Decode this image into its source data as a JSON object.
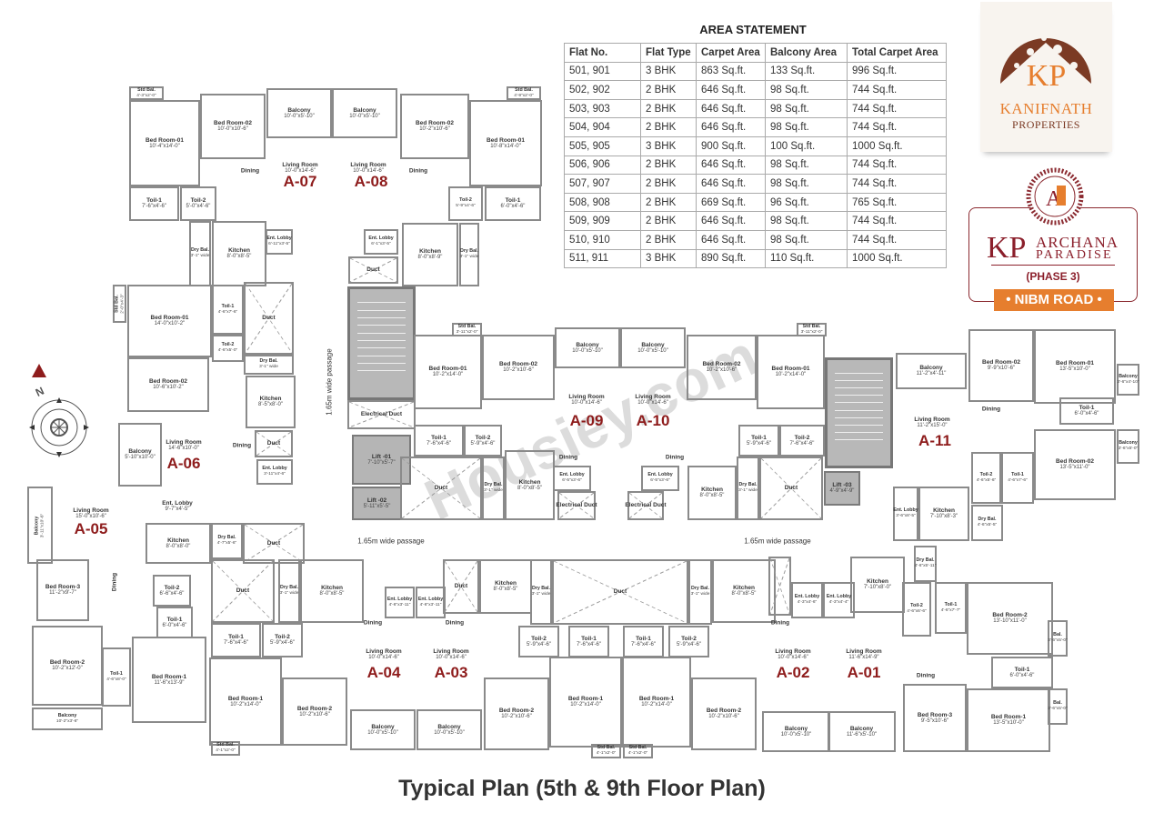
{
  "area_statement": {
    "title": "AREA STATEMENT",
    "columns": [
      "Flat No.",
      "Flat Type",
      "Carpet Area",
      "Balcony Area",
      "Total Carpet Area"
    ],
    "rows": [
      [
        "501, 901",
        "3 BHK",
        "863 Sq.ft.",
        "133 Sq.ft.",
        "996 Sq.ft."
      ],
      [
        "502, 902",
        "2 BHK",
        "646 Sq.ft.",
        "98 Sq.ft.",
        "744 Sq.ft."
      ],
      [
        "503, 903",
        "2 BHK",
        "646 Sq.ft.",
        "98 Sq.ft.",
        "744 Sq.ft."
      ],
      [
        "504, 904",
        "2 BHK",
        "646 Sq.ft.",
        "98 Sq.ft.",
        "744 Sq.ft."
      ],
      [
        "505, 905",
        "3 BHK",
        "900 Sq.ft.",
        "100 Sq.ft.",
        "1000 Sq.ft."
      ],
      [
        "506, 906",
        "2 BHK",
        "646 Sq.ft.",
        "98 Sq.ft.",
        "744 Sq.ft."
      ],
      [
        "507, 907",
        "2 BHK",
        "646 Sq.ft.",
        "98 Sq.ft.",
        "744 Sq.ft."
      ],
      [
        "508, 908",
        "2 BHK",
        "669 Sq.ft.",
        "96 Sq.ft.",
        "765 Sq.ft."
      ],
      [
        "509, 909",
        "2 BHK",
        "646 Sq.ft.",
        "98 Sq.ft.",
        "744 Sq.ft."
      ],
      [
        "510, 910",
        "2 BHK",
        "646 Sq.ft.",
        "98 Sq.ft.",
        "744 Sq.ft."
      ],
      [
        "511, 911",
        "3 BHK",
        "890 Sq.ft.",
        "110 Sq.ft.",
        "1000 Sq.ft."
      ]
    ]
  },
  "brand": {
    "developer_monogram": "KP",
    "developer_name": "KANIFNATH",
    "developer_sub": "PROPERTIES",
    "project_monogram": "KP",
    "project_line1": "ARCHANA",
    "project_line2": "PARADISE",
    "phase": "(PHASE 3)",
    "location": "• NIBM ROAD •",
    "colors": {
      "orange": "#e67e2e",
      "brown": "#7b3a24",
      "maroon": "#8b1f2b",
      "unit_label": "#8e1c1c"
    }
  },
  "plan_title": "Typical Plan (5th & 9th Floor Plan)",
  "watermark": "Housiey.com",
  "compass": {
    "north_label": "N",
    "icon": "compass-rose-icon"
  },
  "core": {
    "electrical_duct": "Electrical Duct",
    "lift1": {
      "n": "Lift -01",
      "d": "7'-10\"x5'-7\""
    },
    "lift2": {
      "n": "Lift -02",
      "d": "5'-11\"x5'-5\""
    },
    "lift3": {
      "n": "Lift -03",
      "d": "4'-9\"x4'-9\""
    },
    "passage": "1.65m wide passage"
  },
  "units": [
    {
      "label": "A-07",
      "rooms": [
        {
          "n": "Std Bal.",
          "d": "4'-3\"x2'-0\""
        },
        {
          "n": "Bed Room-01",
          "d": "10'-4\"x14'-0\""
        },
        {
          "n": "Bed Room-02",
          "d": "10'-0\"x10'-6\""
        },
        {
          "n": "Balcony",
          "d": "10'-0\"x5'-10\""
        },
        {
          "n": "Living Room",
          "d": "10'-0\"x14'-6\""
        },
        {
          "n": "Dining",
          "d": ""
        },
        {
          "n": "Toil-1",
          "d": "7'-6\"x4'-6\""
        },
        {
          "n": "Toil-2",
          "d": "5'-0\"x4'-6\""
        },
        {
          "n": "Dry Bal.",
          "d": "3'-1\" wide"
        },
        {
          "n": "Kitchen",
          "d": "8'-0\"x8'-5\""
        },
        {
          "n": "Ent. Lobby",
          "d": "6'-11\"x3'-5\""
        }
      ]
    },
    {
      "label": "A-08",
      "rooms": [
        {
          "n": "Balcony",
          "d": "10'-0\"x5'-10\""
        },
        {
          "n": "Living Room",
          "d": "10'-0\"x14'-6\""
        },
        {
          "n": "Dining",
          "d": ""
        },
        {
          "n": "Bed Room-02",
          "d": "10'-2\"x10'-6\""
        },
        {
          "n": "Bed Room-01",
          "d": "10'-8\"x14'-0\""
        },
        {
          "n": "Std Bal.",
          "d": "4'-9\"x2'-0\""
        },
        {
          "n": "Toil-2",
          "d": "5'-9\"x4'-6\""
        },
        {
          "n": "Toil-1",
          "d": "6'-0\"x4'-6\""
        },
        {
          "n": "Kitchen",
          "d": "8'-0\"x8'-9\""
        },
        {
          "n": "Dry Bal.",
          "d": "3'-1\" wide"
        },
        {
          "n": "Ent. Lobby",
          "d": "6'-1\"x3'-5\""
        },
        {
          "n": "Duct",
          "d": ""
        }
      ]
    },
    {
      "label": "A-06",
      "rooms": [
        {
          "n": "Std Bal.",
          "d": "2'-0\"x4'-3\""
        },
        {
          "n": "Bed Room-01",
          "d": "14'-0\"x10'-2\""
        },
        {
          "n": "Toil-1",
          "d": "4'-6\"x7'-6\""
        },
        {
          "n": "Toil-2",
          "d": "4'-6\"x5'-0\""
        },
        {
          "n": "Duct",
          "d": ""
        },
        {
          "n": "Dry Bal.",
          "d": "3'-1\" wide"
        },
        {
          "n": "Bed Room-02",
          "d": "10'-6\"x10'-2\""
        },
        {
          "n": "Kitchen",
          "d": "8'-5\"x8'-0\""
        },
        {
          "n": "Balcony",
          "d": "5'-10\"x10'-0\""
        },
        {
          "n": "Living Room",
          "d": "14'-6\"x10'-0\""
        },
        {
          "n": "Dining",
          "d": ""
        },
        {
          "n": "Duct",
          "d": ""
        },
        {
          "n": "Ent. Lobby",
          "d": "3'-11\"x4'-6\""
        }
      ]
    },
    {
      "label": "A-05",
      "rooms": [
        {
          "n": "Balcony",
          "d": "3'-11\"x10'-6\""
        },
        {
          "n": "Living Room",
          "d": "15'-0\"x10'-6\""
        },
        {
          "n": "Ent. Lobby",
          "d": "9'-7\"x4'-5\""
        },
        {
          "n": "Kitchen",
          "d": "8'-0\"x8'-0\""
        },
        {
          "n": "Dry Bal.",
          "d": "4'-7\"x5'-6\""
        },
        {
          "n": "Duct",
          "d": ""
        },
        {
          "n": "Dining",
          "d": ""
        },
        {
          "n": "Bed Room-3",
          "d": "11'-2\"x9'-7\""
        },
        {
          "n": "Toil-2",
          "d": "6'-6\"x4'-6\""
        },
        {
          "n": "Toil-1",
          "d": "6'-0\"x4'-6\""
        },
        {
          "n": "Bed Room-2",
          "d": "10'-2\"x12'-0\""
        },
        {
          "n": "Toil-1",
          "d": "4'-6\"x8'-0\""
        },
        {
          "n": "Bed Room-1",
          "d": "11'-6\"x13'-9\""
        },
        {
          "n": "Balcony",
          "d": "10'-2\"x3'-6\""
        }
      ]
    },
    {
      "label": "A-04",
      "rooms": [
        {
          "n": "Duct",
          "d": ""
        },
        {
          "n": "Dry Bal.",
          "d": "3'-1\" wide"
        },
        {
          "n": "Kitchen",
          "d": "8'-0\"x8'-5\""
        },
        {
          "n": "Toil-1",
          "d": "7'-6\"x4'-6\""
        },
        {
          "n": "Toil-2",
          "d": "5'-9\"x4'-6\""
        },
        {
          "n": "Ent. Lobby",
          "d": "4'-6\"x3'-11\""
        },
        {
          "n": "Dining",
          "d": ""
        },
        {
          "n": "Living Room",
          "d": "10'-0\"x14'-6\""
        },
        {
          "n": "Bed Room-1",
          "d": "10'-2\"x14'-0\""
        },
        {
          "n": "Bed Room-2",
          "d": "10'-2\"x10'-6\""
        },
        {
          "n": "Balcony",
          "d": "10'-0\"x5'-10\""
        },
        {
          "n": "Std Bal.",
          "d": "4'-1\"x2'-0\""
        }
      ]
    },
    {
      "label": "A-03",
      "rooms": [
        {
          "n": "Ent. Lobby",
          "d": "4'-6\"x3'-11\""
        },
        {
          "n": "Duct",
          "d": ""
        },
        {
          "n": "Kitchen",
          "d": "8'-0\"x8'-5\""
        },
        {
          "n": "Dining",
          "d": ""
        },
        {
          "n": "Living Room",
          "d": "10'-0\"x14'-6\""
        },
        {
          "n": "Balcony",
          "d": "10'-0\"x5'-10\""
        },
        {
          "n": "Dry Bal.",
          "d": "3'-1\" wide"
        },
        {
          "n": "Toil-2",
          "d": "5'-9\"x4'-6\""
        },
        {
          "n": "Toil-1",
          "d": "7'-6\"x4'-6\""
        },
        {
          "n": "Bed Room-2",
          "d": "10'-2\"x10'-6\""
        },
        {
          "n": "Bed Room-1",
          "d": "10'-2\"x14'-0\""
        },
        {
          "n": "Std Bal.",
          "d": "4'-1\"x2'-0\""
        },
        {
          "n": "Duct",
          "d": ""
        }
      ]
    },
    {
      "label": "A-02",
      "rooms": [
        {
          "n": "Toil-1",
          "d": "7'-6\"x4'-6\""
        },
        {
          "n": "Toil-2",
          "d": "5'-9\"x4'-6\""
        },
        {
          "n": "Dry Bal.",
          "d": "3'-1\" wide"
        },
        {
          "n": "Kitchen",
          "d": "8'-0\"x8'-5\""
        },
        {
          "n": "Bed Room-1",
          "d": "10'-2\"x14'-0\""
        },
        {
          "n": "Bed Room-2",
          "d": "10'-2\"x10'-6\""
        },
        {
          "n": "Std Bal.",
          "d": "4'-1\"x2'-0\""
        },
        {
          "n": "Ent. Lobby",
          "d": "4'-3\"x4'-6\""
        },
        {
          "n": "Dining",
          "d": ""
        },
        {
          "n": "Living Room",
          "d": "10'-0\"x14'-6\""
        },
        {
          "n": "Balcony",
          "d": "10'-0\"x5'-10\""
        },
        {
          "n": "",
          "d": ""
        }
      ]
    },
    {
      "label": "A-01",
      "rooms": [
        {
          "n": "Ent. Lobby",
          "d": "4'-3\"x4'-4\""
        },
        {
          "n": "Kitchen",
          "d": "7'-10\"x8'-0\""
        },
        {
          "n": "Living Room",
          "d": "11'-6\"x14'-9\""
        },
        {
          "n": "Balcony",
          "d": "11'-6\"x5'-10\""
        },
        {
          "n": "Toil-2",
          "d": "4'-6\"x6'-6\""
        },
        {
          "n": "Toil-1",
          "d": "4'-6\"x7'-7\""
        },
        {
          "n": "Dining",
          "d": ""
        },
        {
          "n": "Bed Room-2",
          "d": "13'-10\"x11'-0\""
        },
        {
          "n": "Bal.",
          "d": "3'-6\"x5'-0\""
        },
        {
          "n": "Toil-1",
          "d": "6'-0\"x4'-6\""
        },
        {
          "n": "Bal.",
          "d": "3'-6\"x5'-0\""
        },
        {
          "n": "Bed Room-3",
          "d": "9'-5\"x10'-6\""
        },
        {
          "n": "Bed Room-1",
          "d": "13'-5\"x10'-0\""
        },
        {
          "n": "Dry Bal.",
          "d": "4'-6\"x5'-11\""
        }
      ]
    },
    {
      "label": "A-09",
      "rooms": [
        {
          "n": "Std Bal.",
          "d": "3'-11\"x2'-0\""
        },
        {
          "n": "Bed Room-01",
          "d": "10'-2\"x14'-0\""
        },
        {
          "n": "Bed Room-02",
          "d": "10'-2\"x10'-6\""
        },
        {
          "n": "Balcony",
          "d": "10'-0\"x5'-10\""
        },
        {
          "n": "Living Room",
          "d": "10'-0\"x14'-6\""
        },
        {
          "n": "Toil-1",
          "d": "7'-6\"x4'-6\""
        },
        {
          "n": "Toil-2",
          "d": "5'-9\"x4'-6\""
        },
        {
          "n": "Duct",
          "d": ""
        },
        {
          "n": "Dry Bal.",
          "d": "3'-1\" wide"
        },
        {
          "n": "Kitchen",
          "d": "8'-0\"x8'-5\""
        },
        {
          "n": "Dining",
          "d": ""
        },
        {
          "n": "Ent. Lobby",
          "d": "6'-5\"x3'-6\""
        },
        {
          "n": "Electrical Duct",
          "d": ""
        }
      ]
    },
    {
      "label": "A-10",
      "rooms": [
        {
          "n": "Balcony",
          "d": "10'-0\"x5'-10\""
        },
        {
          "n": "Living Room",
          "d": "10'-0\"x14'-6\""
        },
        {
          "n": "Bed Room-02",
          "d": "10'-2\"x10'-6\""
        },
        {
          "n": "Bed Room-01",
          "d": "10'-2\"x14'-0\""
        },
        {
          "n": "Std Bal.",
          "d": "3'-11\"x2'-0\""
        },
        {
          "n": "Toil-1",
          "d": "5'-9\"x4'-6\""
        },
        {
          "n": "Toil-2",
          "d": "7'-6\"x4'-6\""
        },
        {
          "n": "Dining",
          "d": ""
        },
        {
          "n": "Ent. Lobby",
          "d": "6'-5\"x3'-6\""
        },
        {
          "n": "Electrical Duct",
          "d": ""
        },
        {
          "n": "Kitchen",
          "d": "8'-0\"x8'-5\""
        },
        {
          "n": "Dry Bal.",
          "d": "3'-1\" wide"
        },
        {
          "n": "Duct",
          "d": ""
        }
      ]
    },
    {
      "label": "A-11",
      "rooms": [
        {
          "n": "Balcony",
          "d": "11'-2\"x4'-11\""
        },
        {
          "n": "Bed Room-02",
          "d": "9'-9\"x10'-6\""
        },
        {
          "n": "Bed Room-01",
          "d": "13'-5\"x10'-0\""
        },
        {
          "n": "Balcony",
          "d": "3'-6\"x4'-10\""
        },
        {
          "n": "Dining",
          "d": ""
        },
        {
          "n": "Living Room",
          "d": "11'-2\"x15'-0\""
        },
        {
          "n": "Toil-1",
          "d": "6'-0\"x4'-6\""
        },
        {
          "n": "Balcony",
          "d": "3'-6\"x5'-0\""
        },
        {
          "n": "Toil-2",
          "d": "4'-6\"x5'-6\""
        },
        {
          "n": "Toil-1",
          "d": "4'-6\"x7'-6\""
        },
        {
          "n": "Bed Room-02",
          "d": "13'-5\"x11'-0\""
        },
        {
          "n": "Ent. Lobby",
          "d": "3'-6\"x8'-5\""
        },
        {
          "n": "Kitchen",
          "d": "7'-10\"x8'-3\""
        },
        {
          "n": "Dry Bal.",
          "d": "4'-6\"x5'-5\""
        }
      ]
    }
  ]
}
